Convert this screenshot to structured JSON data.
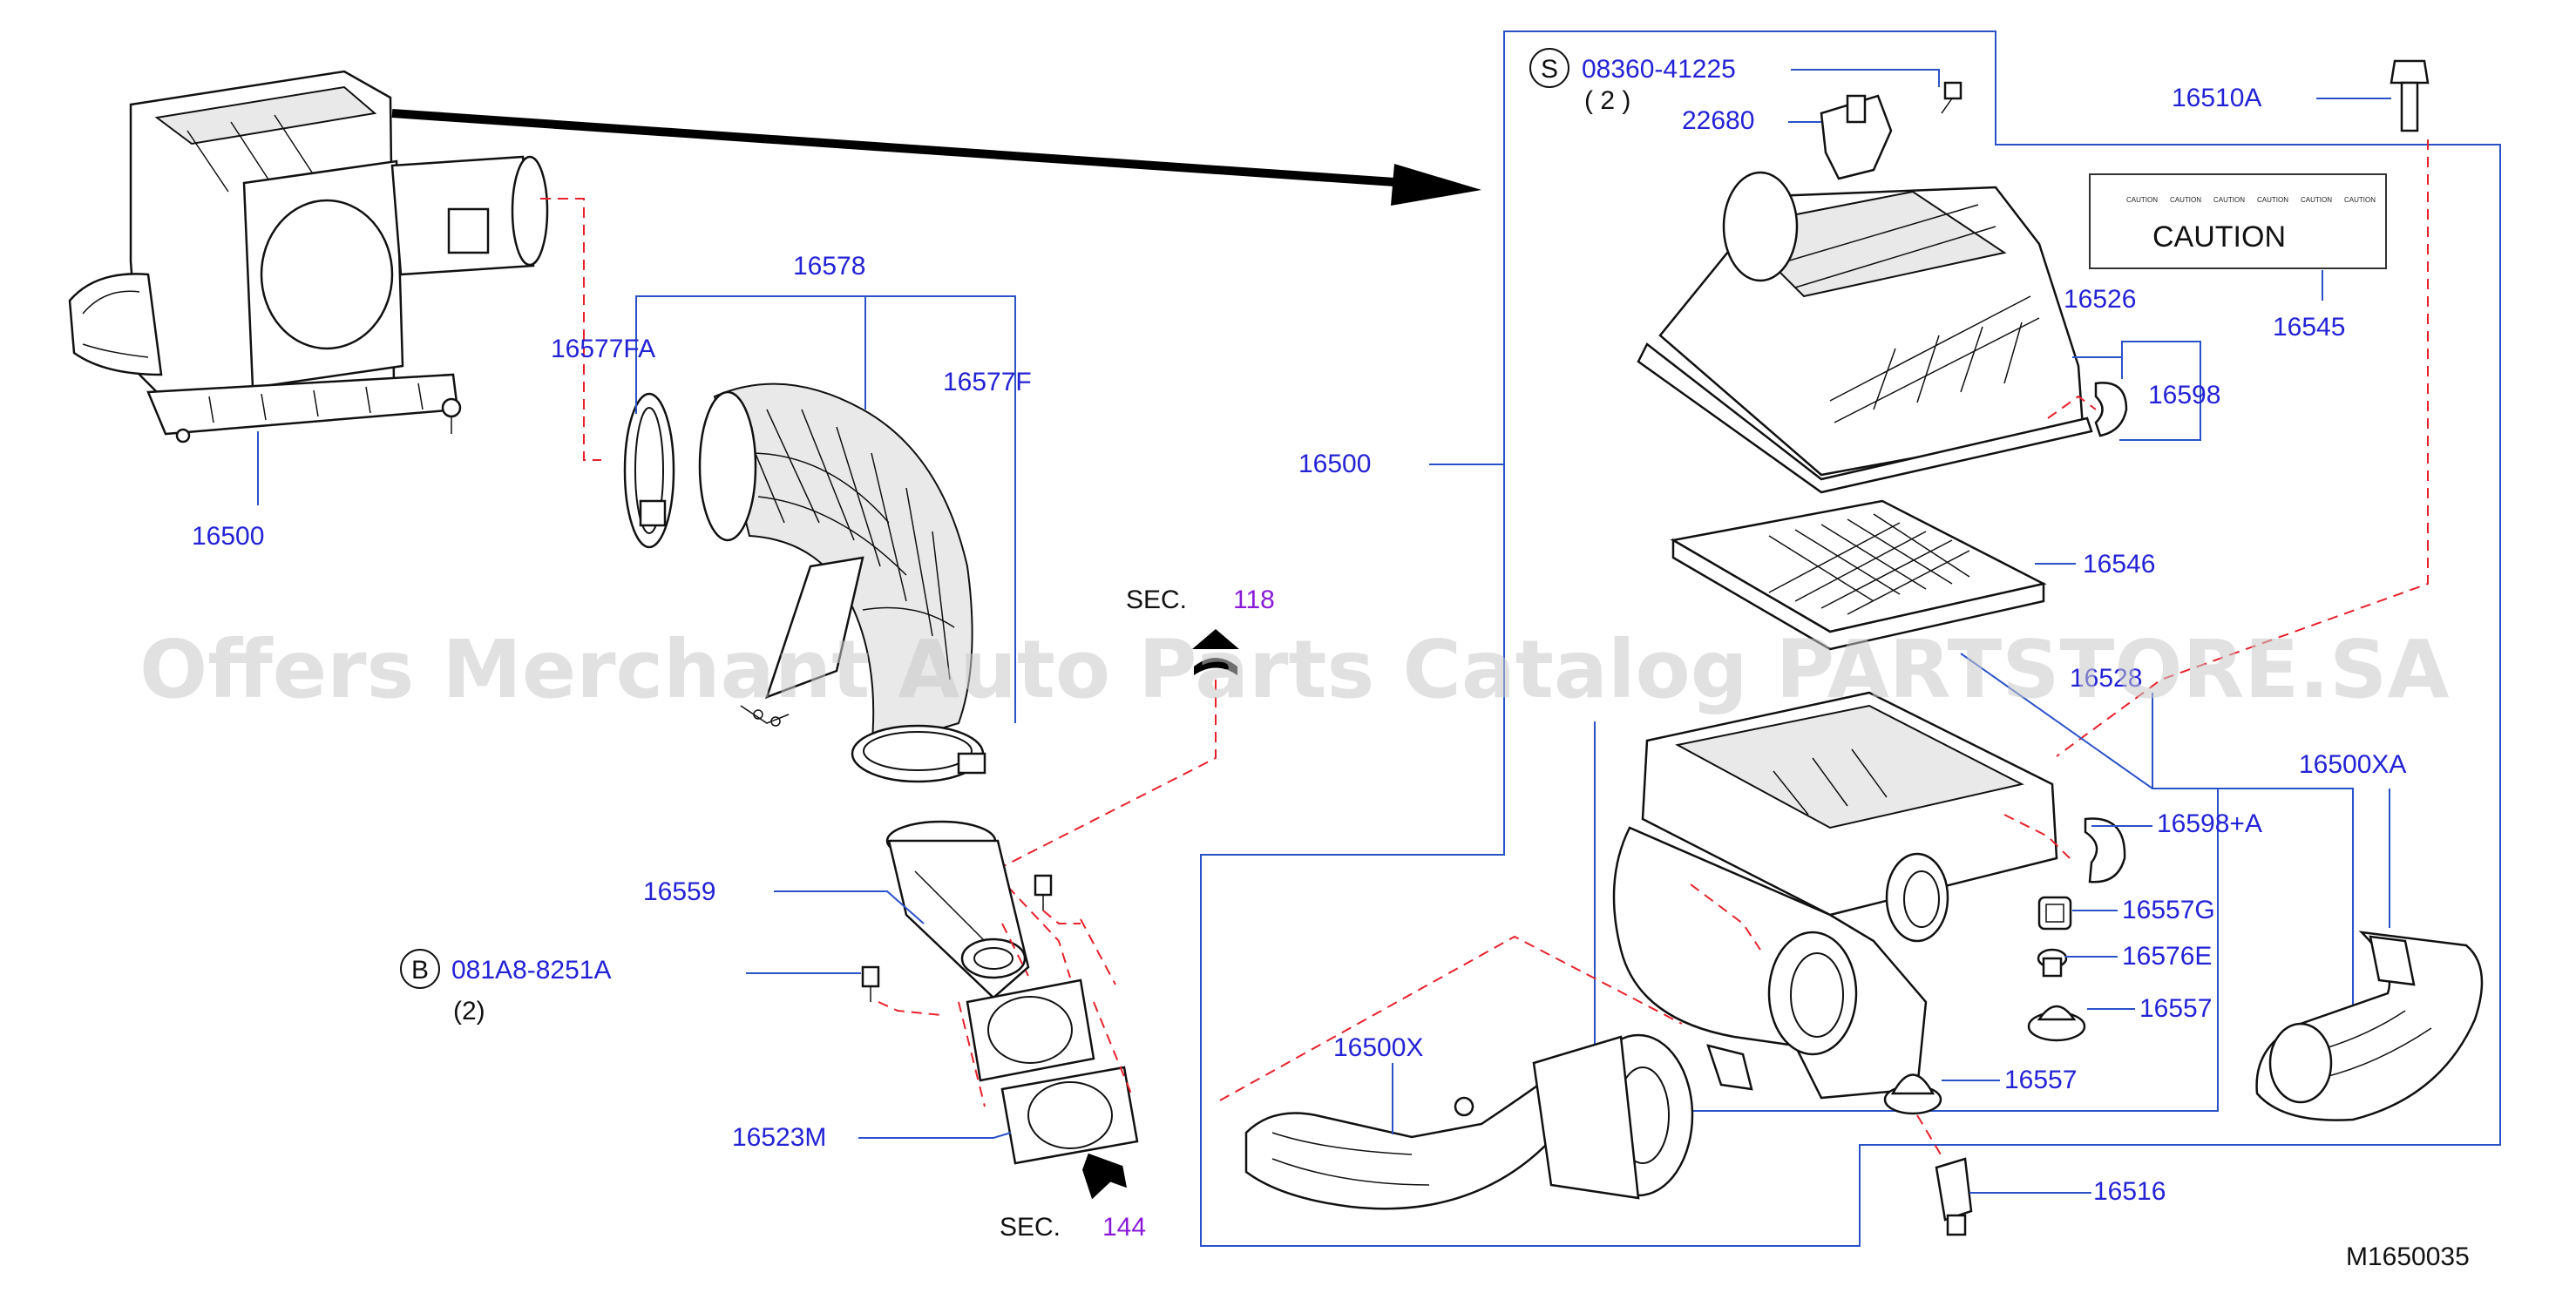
{
  "diagram_code": "M1650035",
  "watermark": "Offers Merchant Auto Parts Catalog PARTSTORE.SA",
  "caution_label": {
    "title": "CAUTION",
    "small_text": [
      "CAUTION",
      "CAUTION",
      "CAUTION",
      "CAUTION",
      "CAUTION",
      "CAUTION"
    ]
  },
  "section_refs": [
    {
      "prefix": "SEC.",
      "number": "118"
    },
    {
      "prefix": "SEC.",
      "number": "144"
    }
  ],
  "callouts": {
    "s_symbol": "S",
    "s_part": "08360-41225",
    "s_qty": "( 2 )",
    "b_symbol": "B",
    "b_part": "081A8-8251A",
    "b_qty": "(2)"
  },
  "part_labels": {
    "p16500_left": "16500",
    "p16578": "16578",
    "p16577FA": "16577FA",
    "p16577F": "16577F",
    "p16559": "16559",
    "p16523M": "16523M",
    "p22680": "22680",
    "p16510A": "16510A",
    "p16545": "16545",
    "p16526": "16526",
    "p16598": "16598",
    "p16500_box": "16500",
    "p16546": "16546",
    "p16528": "16528",
    "p16500XA": "16500XA",
    "p16598A": "16598+A",
    "p16557G": "16557G",
    "p16576E": "16576E",
    "p16557_a": "16557",
    "p16557_b": "16557",
    "p16500X": "16500X",
    "p16516": "16516"
  }
}
